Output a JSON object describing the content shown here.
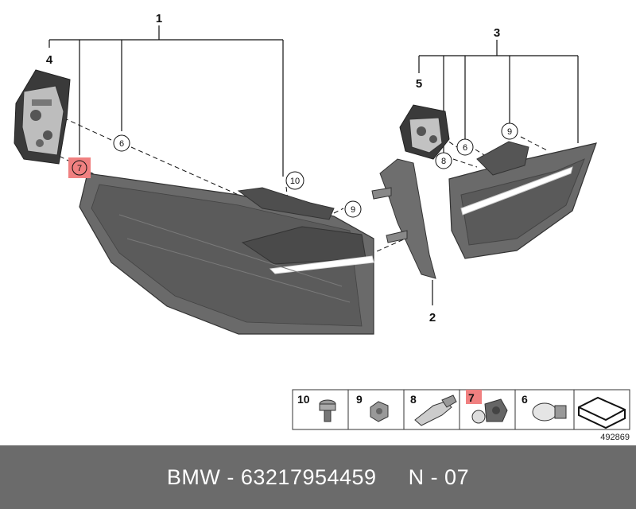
{
  "colors": {
    "highlight": "#f08080",
    "lamp_body": "#6a6a6a",
    "lamp_dark": "#555555",
    "footer_bg": "#6b6b6b",
    "footer_text": "#ffffff"
  },
  "callouts": {
    "c1": "1",
    "c2": "2",
    "c3": "3",
    "c4": "4",
    "c5": "5",
    "c6a": "6",
    "c6b": "6",
    "c7": "7",
    "c8": "8",
    "c9a": "9",
    "c9b": "9",
    "c10": "10"
  },
  "legend": {
    "items": [
      {
        "num": "10",
        "icon": "screw-icon"
      },
      {
        "num": "9",
        "icon": "nut-icon"
      },
      {
        "num": "8",
        "icon": "wedge-bulb-icon"
      },
      {
        "num": "7",
        "icon": "bulb-socket-icon"
      },
      {
        "num": "6",
        "icon": "bulb-icon"
      },
      {
        "num": "",
        "icon": "seal-icon"
      }
    ],
    "diagram_number": "492869"
  },
  "footer": {
    "text": "BMW - 63217954459     N - 07"
  }
}
